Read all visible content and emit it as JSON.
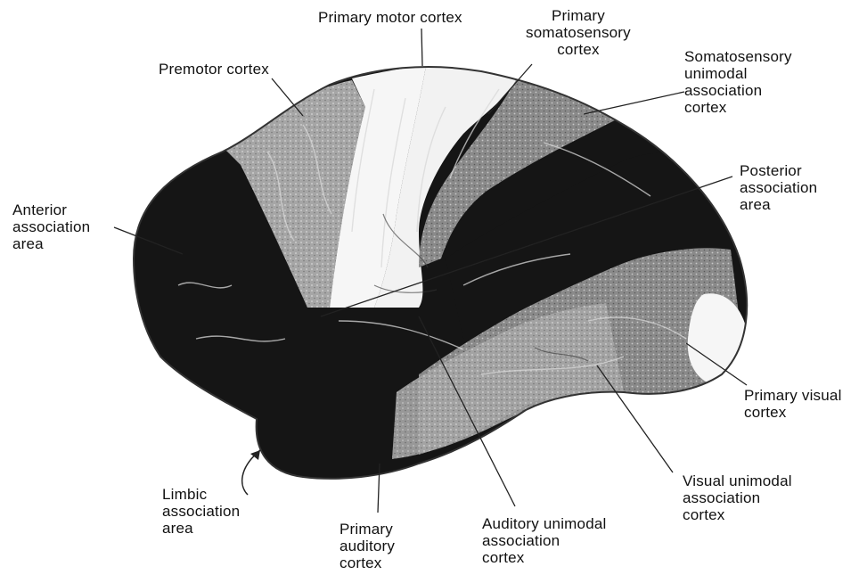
{
  "labels": {
    "primary_motor": "Primary motor cortex",
    "primary_somatosensory": "Primary\nsomatosensory\ncortex",
    "somatosensory_unimodal": "Somatosensory\nunimodal\nassociation\ncortex",
    "premotor": "Premotor cortex",
    "posterior_association": "Posterior\nassociation\narea",
    "anterior_association": "Anterior\nassociation\narea",
    "primary_visual": "Primary visual\ncortex",
    "visual_unimodal": "Visual unimodal\nassociation\ncortex",
    "limbic_association": "Limbic\nassociation\narea",
    "primary_auditory": "Primary\nauditory\ncortex",
    "auditory_unimodal": "Auditory unimodal\nassociation\ncortex"
  },
  "colors": {
    "association": "#151515",
    "unimodal": "#7a7a7a",
    "premotor": "#9a9a9a",
    "primary": "#f6f6f6",
    "outline": "#e8e8e8"
  }
}
